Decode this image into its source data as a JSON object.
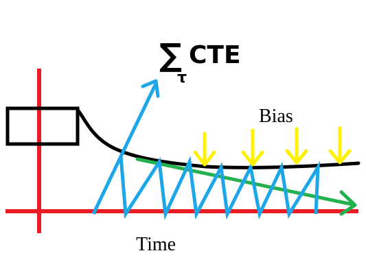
{
  "labels": {
    "sum_symbol": "∑",
    "sum_subscript": "τ",
    "sum_term": "CTE",
    "bias": "Bias",
    "time": "Time"
  },
  "colors": {
    "axis": "#ec1c24",
    "curve": "#000000",
    "zigzag": "#1ea7e8",
    "trend": "#22b14c",
    "bias_arrow": "#fff200",
    "text": "#000000",
    "background": "#ffffff"
  },
  "icons": {
    "zigzag_arrow": "arrow-up-right-icon",
    "trend_arrow": "arrow-right-icon",
    "bias_arrow": "arrow-down-icon"
  }
}
